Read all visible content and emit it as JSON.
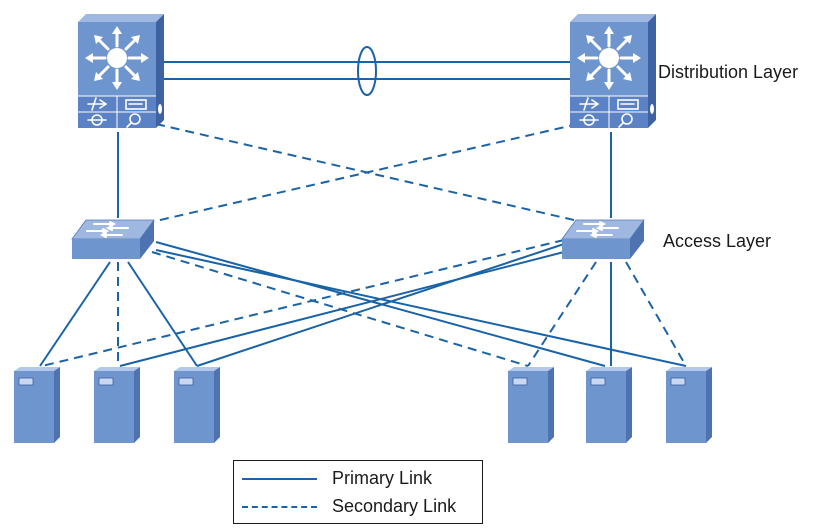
{
  "colors": {
    "link": "#1a63a6",
    "device_face": "#6f95cf",
    "device_side": "#4f72b0",
    "device_top": "#9fb8e2",
    "label_text": "#1a1a1a"
  },
  "labels": {
    "distribution_layer": "Distribution Layer",
    "access_layer": "Access Layer"
  },
  "legend": {
    "primary_label": "Primary Link",
    "secondary_label": "Secondary Link"
  },
  "devices": {
    "distribution_switches": [
      {
        "name": "distribution-switch-left",
        "icon": "multilayer-switch-icon"
      },
      {
        "name": "distribution-switch-right",
        "icon": "multilayer-switch-icon"
      }
    ],
    "access_switches": [
      {
        "name": "access-switch-left",
        "icon": "workgroup-switch-icon"
      },
      {
        "name": "access-switch-right",
        "icon": "workgroup-switch-icon"
      }
    ],
    "servers": [
      {
        "name": "server-1",
        "icon": "server-icon"
      },
      {
        "name": "server-2",
        "icon": "server-icon"
      },
      {
        "name": "server-3",
        "icon": "server-icon"
      },
      {
        "name": "server-4",
        "icon": "server-icon"
      },
      {
        "name": "server-5",
        "icon": "server-icon"
      },
      {
        "name": "server-6",
        "icon": "server-icon"
      }
    ]
  },
  "links": {
    "distribution_interconnect": "etherchannel-bundle"
  }
}
